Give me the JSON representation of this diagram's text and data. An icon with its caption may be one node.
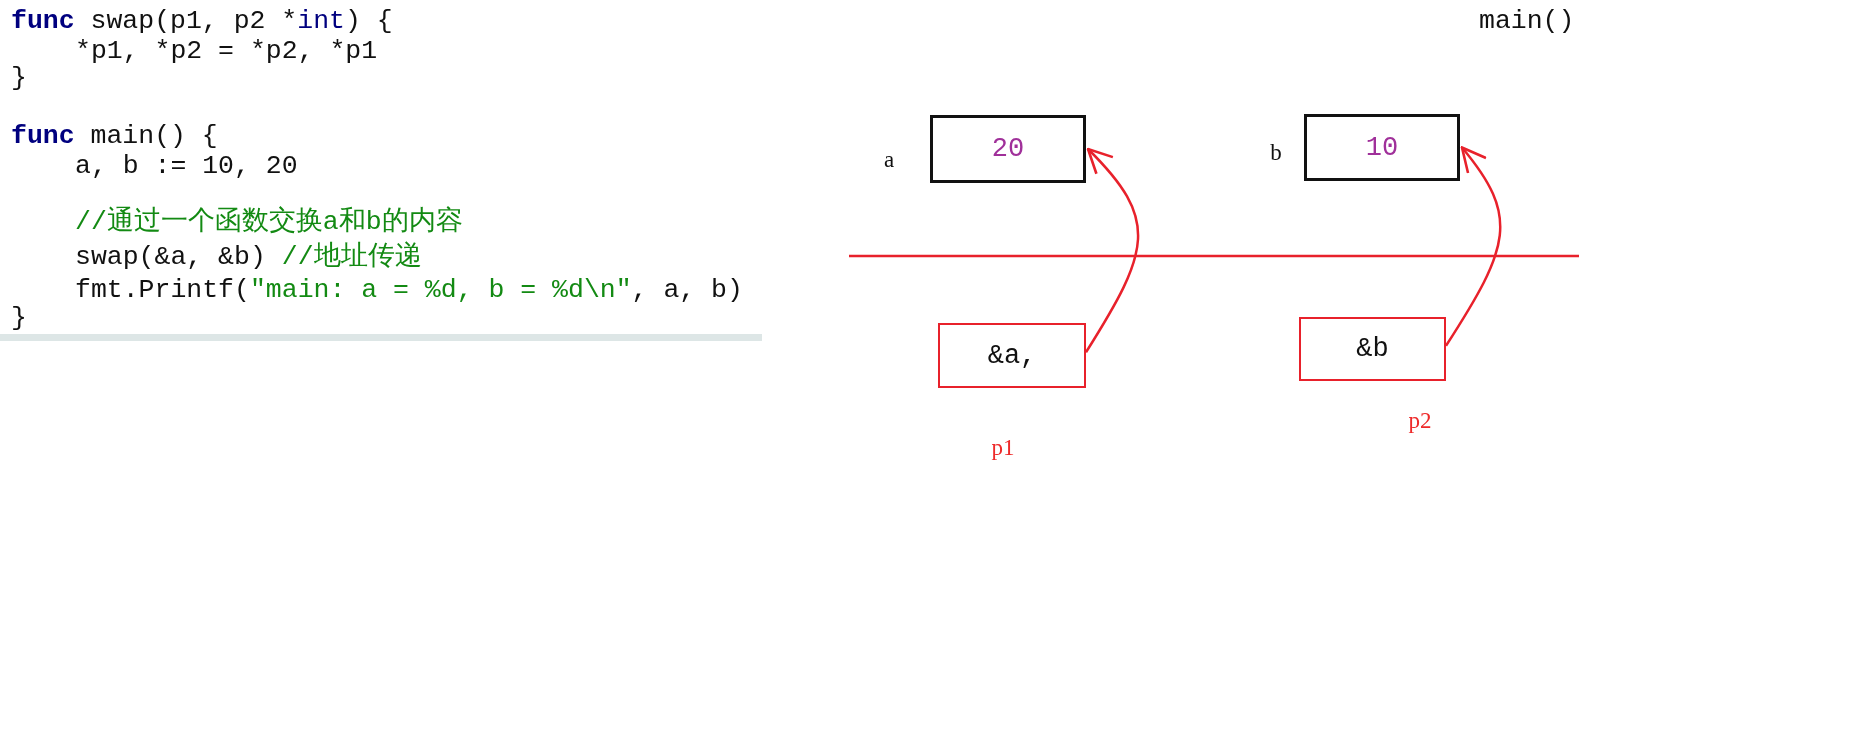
{
  "diagram": {
    "nodes": [
      {
        "text": [
          "20"
        ],
        "beside": [
          "a"
        ]
      },
      {
        "text": [
          "10"
        ],
        "beside": [
          "b"
        ]
      },
      {
        "text": [
          "&a,"
        ],
        "beside": [
          "p1"
        ]
      },
      {
        "text": [
          "&b"
        ],
        "beside": [
          "p2"
        ]
      }
    ],
    "edges": [
      {
        "from": 2,
        "to": 0,
        "arrow": "to"
      },
      {
        "from": 3,
        "to": 1,
        "arrow": "to"
      }
    ],
    "labels": [
      "func swap(p1, p2 *int) {",
      "*p1, *p2 = *p2, *p1",
      "}",
      "func main() {",
      "a, b := 10, 20",
      "//通过一个函数交换a和b的内容",
      "swap(&a, &b) //地址传递",
      "fmt.Printf(\"main: a = %d, b = %d\\n\", a, b)",
      "}",
      "main()"
    ]
  }
}
